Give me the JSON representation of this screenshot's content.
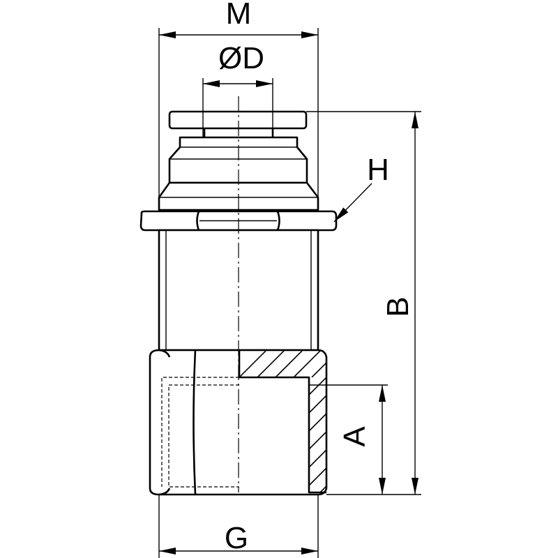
{
  "drawing": {
    "dimension_labels": {
      "m": "M",
      "d": "ØD",
      "h": "H",
      "b": "B",
      "a": "A",
      "g": "G"
    }
  }
}
